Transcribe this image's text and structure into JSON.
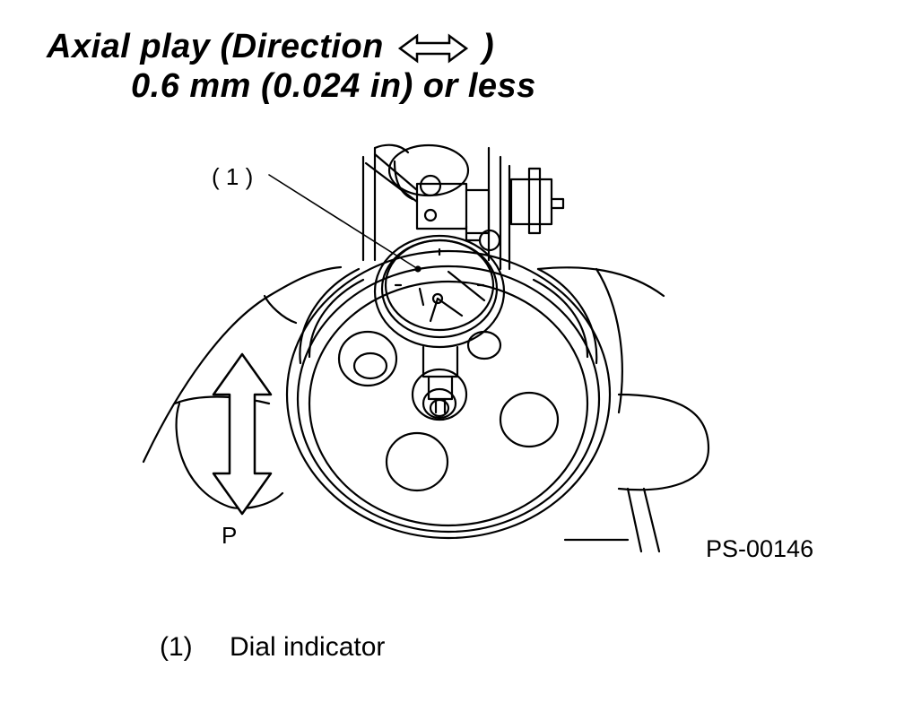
{
  "title": {
    "line1_before": "Axial play (Direction",
    "line1_after": ")",
    "line2": "0.6 mm (0.024 in) or less",
    "direction_icon": "double-horizontal-arrow-icon"
  },
  "figure": {
    "callout_1": "( 1 )",
    "direction_label": "P",
    "figure_code": "PS-00146"
  },
  "legend": {
    "items": [
      {
        "number": "(1)",
        "label": "Dial indicator"
      }
    ]
  },
  "colors": {
    "line": "#000000",
    "background": "#ffffff"
  }
}
